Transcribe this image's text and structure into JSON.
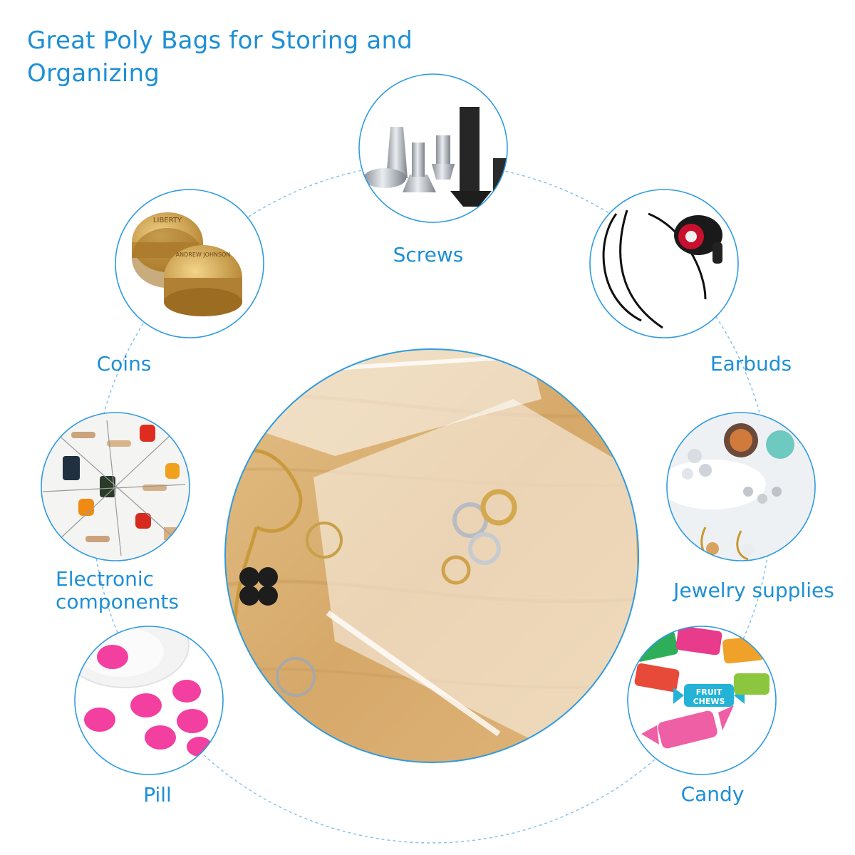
{
  "heading": {
    "line1": "Great Poly Bags for Storing and",
    "line2": "Organizing"
  },
  "categories": {
    "screws": "Screws",
    "coins": "Coins",
    "earbuds": "Earbuds",
    "electronics_line1": "Electronic",
    "electronics_line2": "components",
    "jewelry": "Jewelry supplies",
    "pill": "Pill",
    "candy": "Candy"
  },
  "candy_wrapper_text": [
    "FRUIT",
    "CHEWS"
  ],
  "coin_text": [
    "LIBERTY",
    "ANDREW JOHNSON"
  ],
  "colors": {
    "accent": "#1d8fd6",
    "circle_border": "#2f9be0",
    "wood": "#d9b27a"
  }
}
